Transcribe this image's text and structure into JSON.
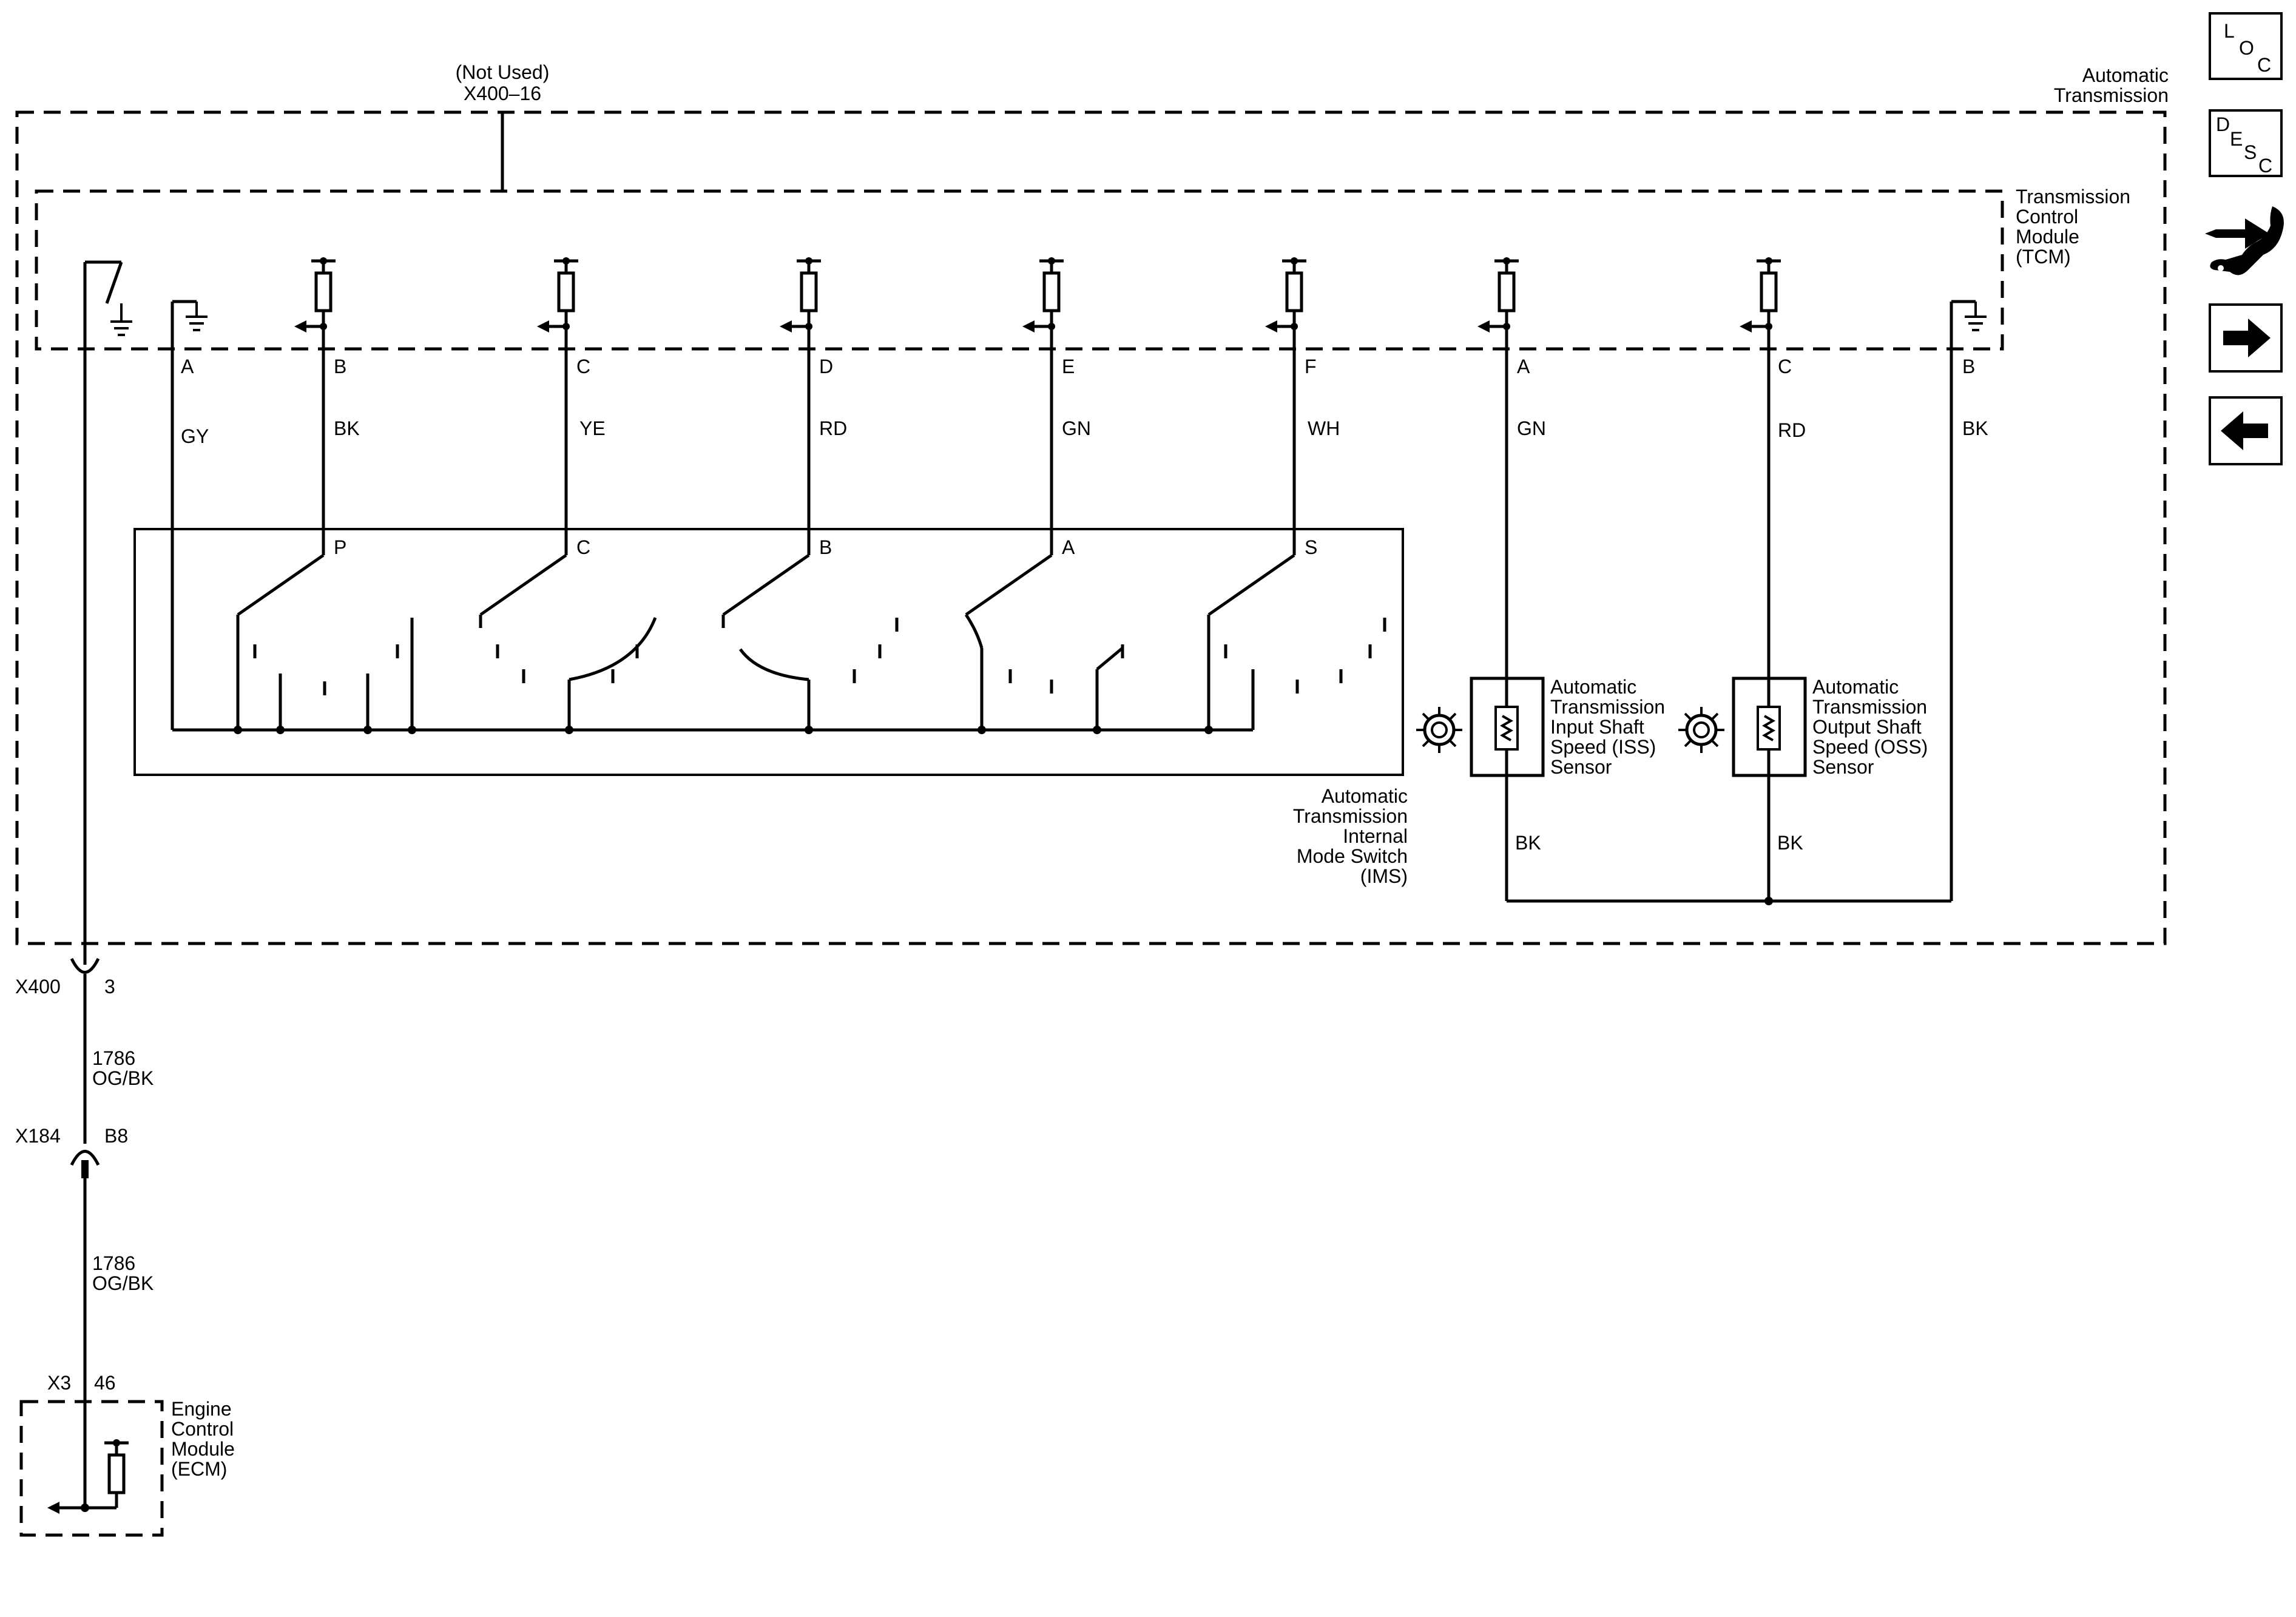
{
  "labels": {
    "not_used": "(Not Used)",
    "x400_16": "X400–16",
    "automatic": "Automatic",
    "transmission": "Transmission",
    "tcm_l1": "Transmission",
    "tcm_l2": "Control",
    "tcm_l3": "Module",
    "tcm_l4": "(TCM)",
    "ims_l1": "Automatic",
    "ims_l2": "Transmission",
    "ims_l3": "Internal",
    "ims_l4": "Mode Switch",
    "ims_l5": "(IMS)",
    "iss_l1": "Automatic",
    "iss_l2": "Transmission",
    "iss_l3": "Input Shaft",
    "iss_l4": "Speed (ISS)",
    "iss_l5": "Sensor",
    "oss_l1": "Automatic",
    "oss_l2": "Transmission",
    "oss_l3": "Output Shaft",
    "oss_l4": "Speed (OSS)",
    "oss_l5": "Sensor",
    "ecm_l1": "Engine",
    "ecm_l2": "Control",
    "ecm_l3": "Module",
    "ecm_l4": "(ECM)",
    "x400": "X400",
    "x400_pin": "3",
    "circuit_1": "1786",
    "color_1": "OG/BK",
    "x184": "X184",
    "x184_pin": "B8",
    "circuit_2": "1786",
    "color_2": "OG/BK",
    "x3": "X3",
    "x3_pin": "46"
  },
  "tcm_pins": [
    {
      "pin": "A",
      "wire": "GY"
    },
    {
      "pin": "B",
      "wire": "BK"
    },
    {
      "pin": "C",
      "wire": "YE"
    },
    {
      "pin": "D",
      "wire": "RD"
    },
    {
      "pin": "E",
      "wire": "GN"
    },
    {
      "pin": "F",
      "wire": "WH"
    },
    {
      "pin": "A",
      "wire": "GN"
    },
    {
      "pin": "C",
      "wire": "RD"
    },
    {
      "pin": "B",
      "wire": "BK"
    }
  ],
  "ims_pins": [
    "P",
    "C",
    "B",
    "A",
    "S"
  ],
  "sensor_ground_wires": [
    "BK",
    "BK"
  ],
  "nav": {
    "loc_l": "L",
    "loc_o": "O",
    "loc_c": "C",
    "desc_d": "D",
    "desc_e": "E",
    "desc_s": "S",
    "desc_c": "C"
  }
}
